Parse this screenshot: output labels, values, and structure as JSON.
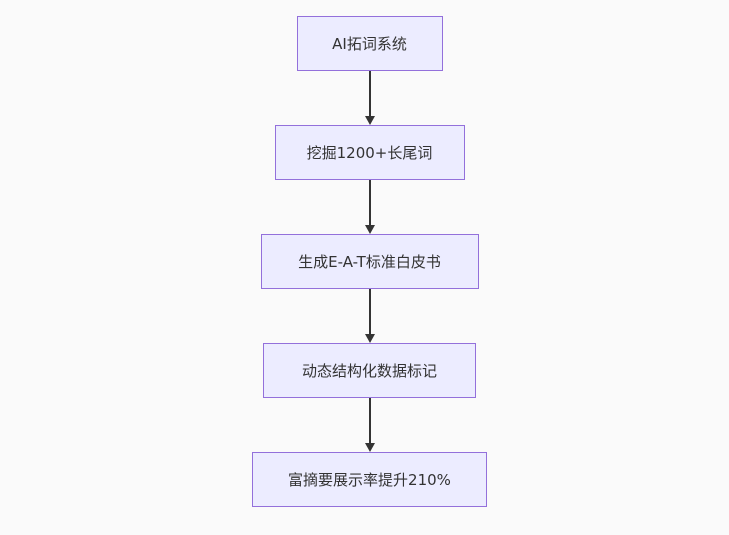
{
  "diagram": {
    "type": "flowchart",
    "direction": "top-down",
    "nodes": [
      {
        "id": "A",
        "label": "AI拓词系统"
      },
      {
        "id": "B",
        "label": "挖掘1200+长尾词"
      },
      {
        "id": "C",
        "label": "生成E-A-T标准白皮书"
      },
      {
        "id": "D",
        "label": "动态结构化数据标记"
      },
      {
        "id": "E",
        "label": "富摘要展示率提升210%"
      }
    ],
    "edges": [
      {
        "from": "A",
        "to": "B"
      },
      {
        "from": "B",
        "to": "C"
      },
      {
        "from": "C",
        "to": "D"
      },
      {
        "from": "D",
        "to": "E"
      }
    ],
    "colors": {
      "node_fill": "#ECECFF",
      "node_border": "#9370DB",
      "arrow": "#333333",
      "text": "#333333",
      "background": "#fafafa"
    }
  }
}
